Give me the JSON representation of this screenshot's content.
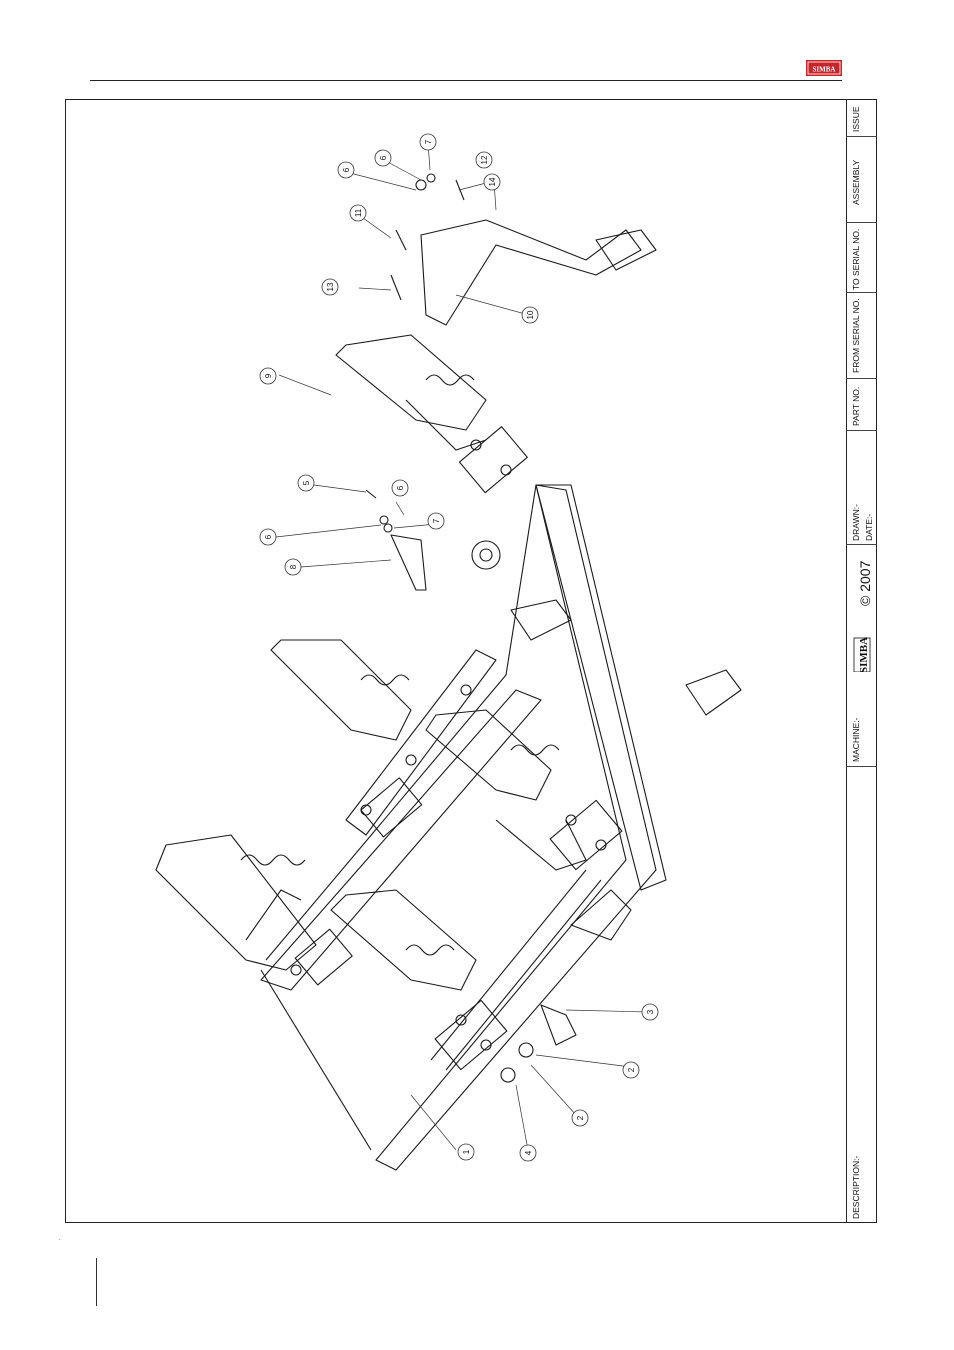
{
  "header": {
    "brand_logo": "SIMBA"
  },
  "title_block": {
    "description_label": "DESCRIPTION:-",
    "machine_label": "MACHINE:-",
    "brand": "SIMBA",
    "copyright": "© 2007",
    "drawn_label": "DRAWN:-",
    "date_label": "DATE:-",
    "part_no_label": "PART NO.",
    "from_serial_label": "FROM SERIAL NO.",
    "to_serial_label": "TO SERIAL NO.",
    "assembly_label": "ASSEMBLY",
    "issue_label": "ISSUE"
  },
  "callouts": [
    "1",
    "2",
    "2",
    "3",
    "4",
    "5",
    "6",
    "6",
    "6",
    "6",
    "7",
    "7",
    "8",
    "9",
    "10",
    "11",
    "12",
    "13",
    "14"
  ],
  "colors": {
    "brand_red": "#c8242b",
    "line": "#222222"
  }
}
